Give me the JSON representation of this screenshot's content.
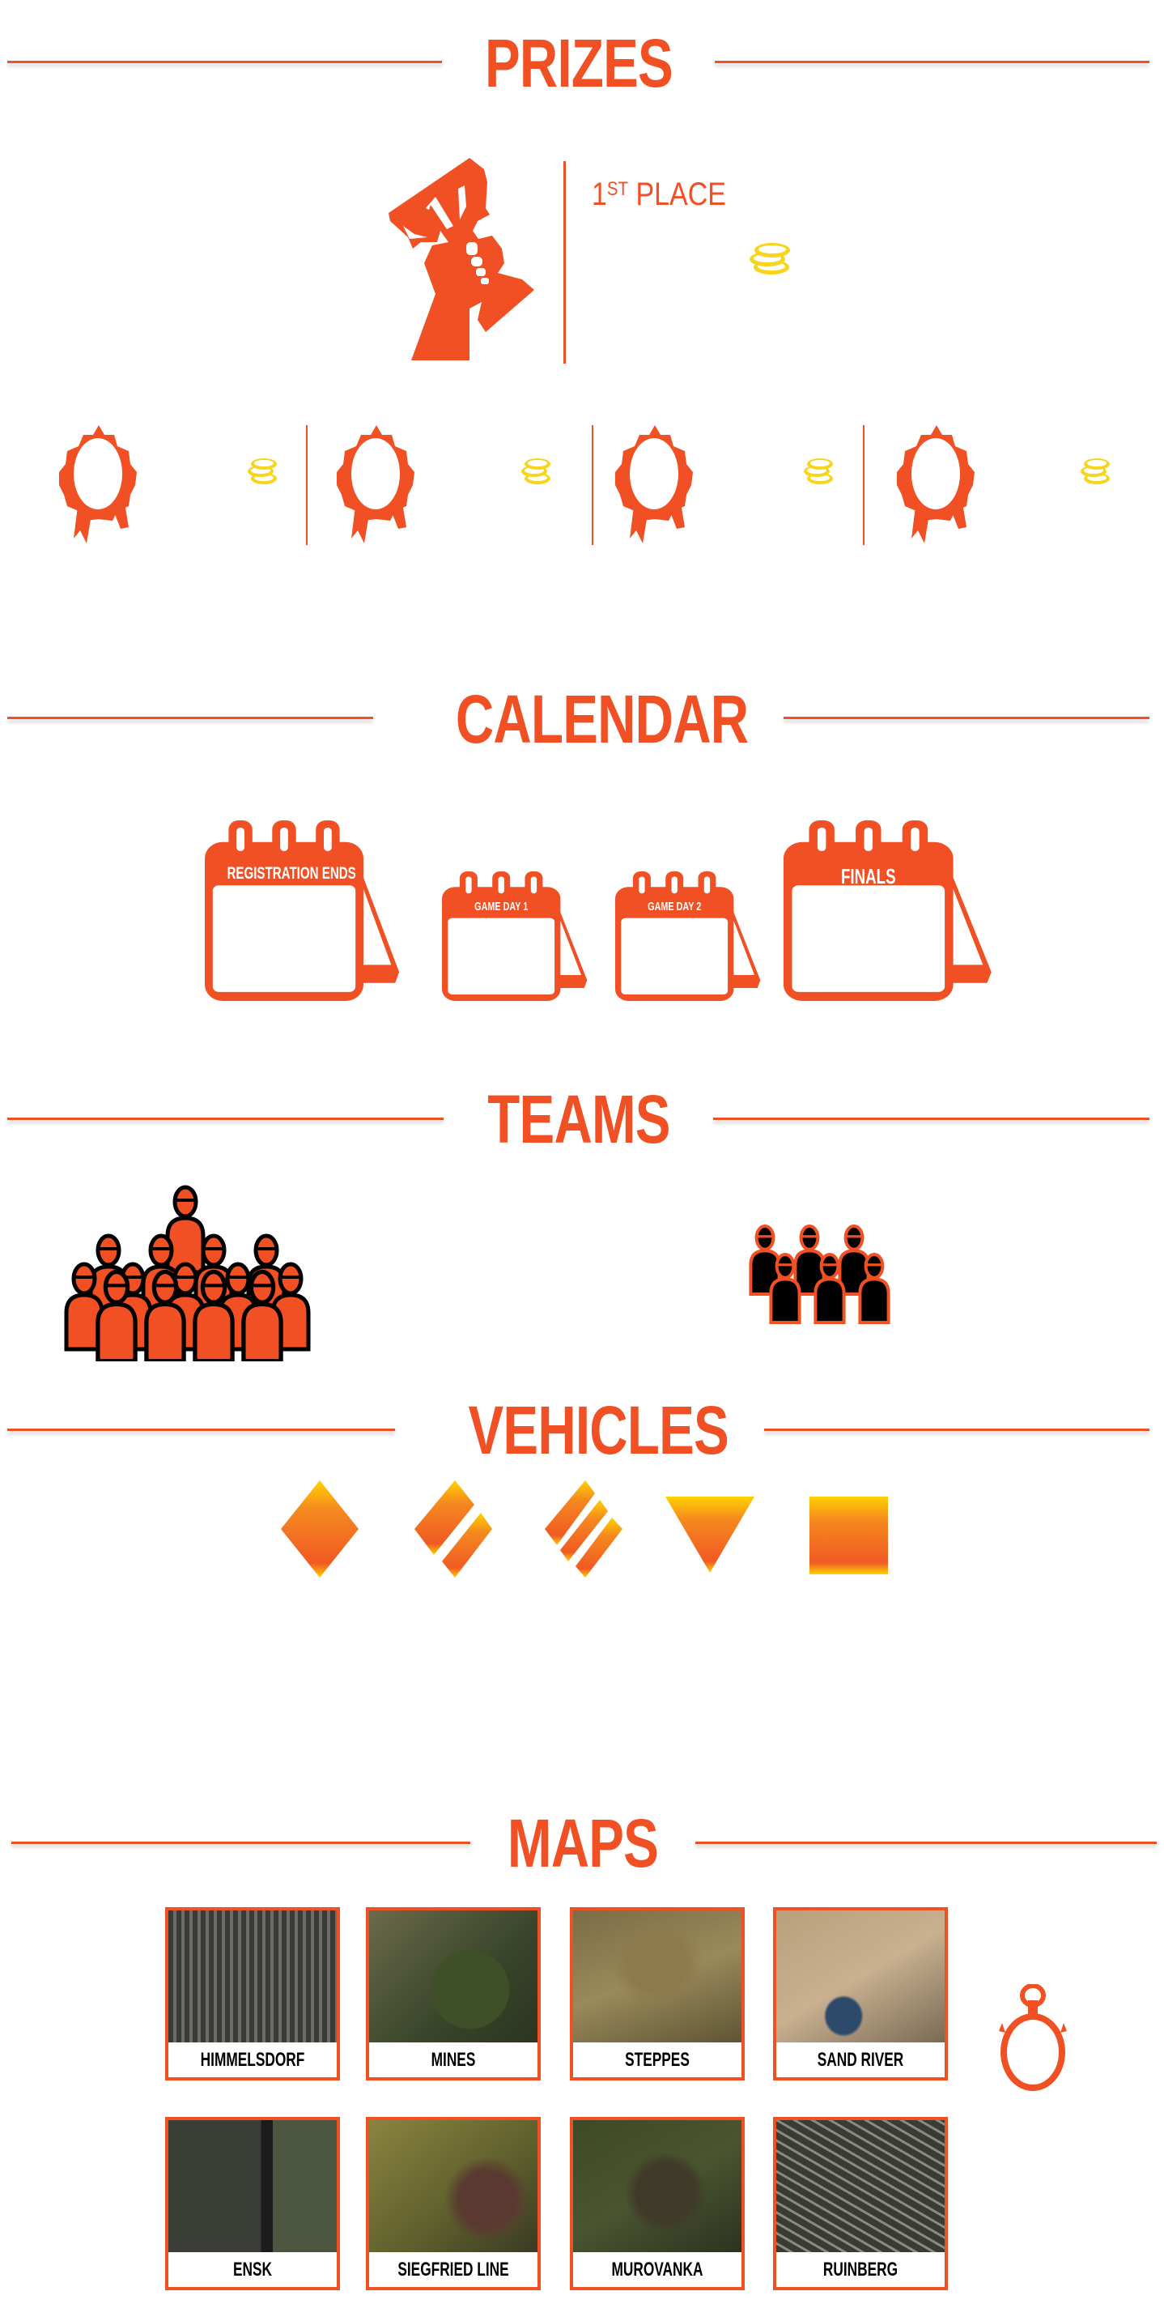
{
  "sections": {
    "prizes": "PRIZES",
    "calendar": "CALENDAR",
    "teams": "TEAMS",
    "vehicles": "VEHICLES",
    "maps": "MAPS"
  },
  "prizes": {
    "first": {
      "ordinal": "1",
      "suffix": "ST",
      "label": "PLACE",
      "icon": "trophy-icon",
      "reward_icon": "gold-coins-icon"
    },
    "others": [
      {
        "icon": "ribbon-icon",
        "reward_icon": "gold-coins-icon"
      },
      {
        "icon": "ribbon-icon",
        "reward_icon": "gold-coins-icon"
      },
      {
        "icon": "ribbon-icon",
        "reward_icon": "gold-coins-icon"
      },
      {
        "icon": "ribbon-icon",
        "reward_icon": "gold-coins-icon"
      }
    ]
  },
  "calendar": [
    {
      "label": "REGISTRATION ENDS"
    },
    {
      "label": "GAME DAY 1"
    },
    {
      "label": "GAME DAY 2"
    },
    {
      "label": "FINALS"
    }
  ],
  "teams": {
    "icons": [
      "large-team-icon",
      "small-team-icon"
    ]
  },
  "vehicles": [
    "light-tank-icon",
    "medium-tank-icon",
    "heavy-tank-icon",
    "tank-destroyer-icon",
    "spg-icon"
  ],
  "maps": {
    "items": [
      "HIMMELSDORF",
      "MINES",
      "STEPPES",
      "SAND RIVER",
      "ENSK",
      "SIEGFRIED LINE",
      "MUROVANKA",
      "RUINBERG"
    ],
    "timer_icon": "stopwatch-icon"
  },
  "colors": {
    "accent": "#f05023",
    "gold": "#f7d51d",
    "vehicle_top": "#ffd200",
    "vehicle_bottom": "#f05023"
  }
}
